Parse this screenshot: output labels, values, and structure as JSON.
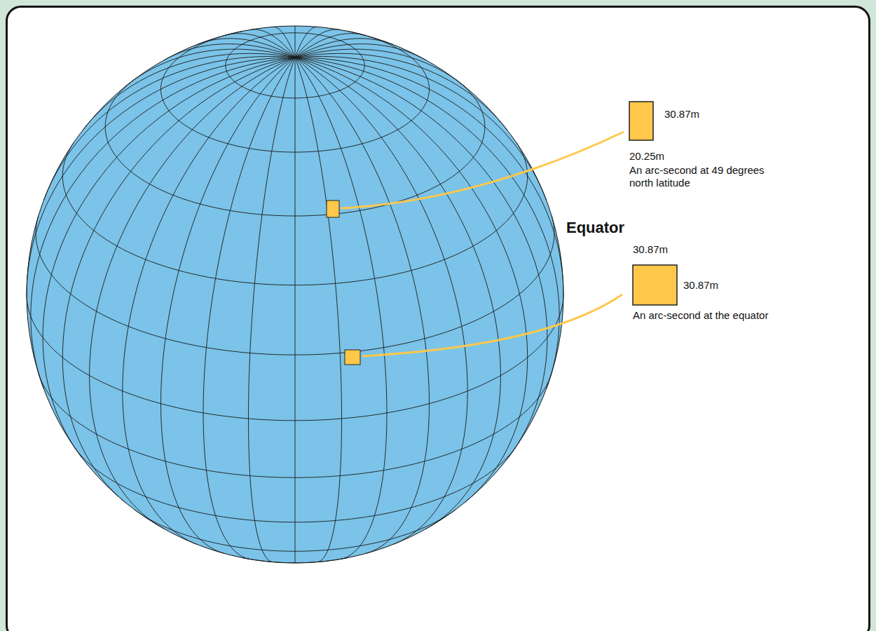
{
  "diagram": {
    "labels": [
      "30.87m",
      "20.25m",
      "An arc-second at 49 degrees north latitude",
      "Equator",
      "30.87m",
      "30.87m",
      "An arc-second at the equator"
    ]
  }
}
